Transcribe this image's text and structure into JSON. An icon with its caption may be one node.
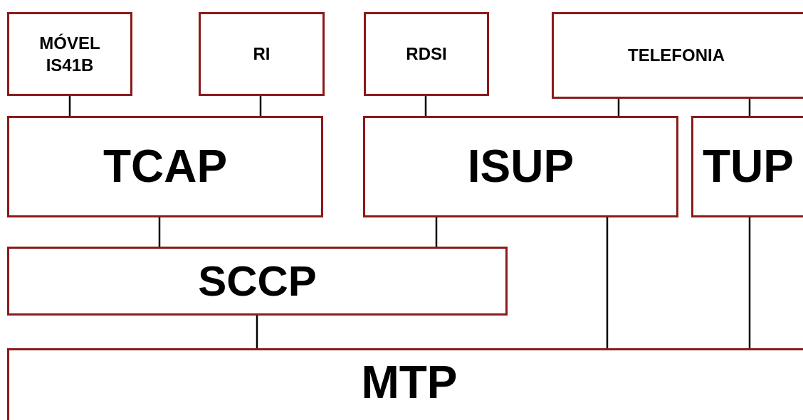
{
  "diagram": {
    "nodes": [
      {
        "text": [
          "MÓVEL IS41B"
        ]
      },
      {
        "text": [
          "RI"
        ]
      },
      {
        "text": [
          "RDSI"
        ]
      },
      {
        "text": [
          "TELEFONIA"
        ]
      },
      {
        "text": [
          "TCAP"
        ]
      },
      {
        "text": [
          "ISUP"
        ]
      },
      {
        "text": [
          "TUP"
        ]
      },
      {
        "text": [
          "SCCP"
        ]
      },
      {
        "text": [
          "MTP"
        ]
      }
    ],
    "edges": [
      {
        "from": 0,
        "to": 4,
        "arrow": "none"
      },
      {
        "from": 1,
        "to": 4,
        "arrow": "none"
      },
      {
        "from": 2,
        "to": 5,
        "arrow": "none"
      },
      {
        "from": 3,
        "to": 5,
        "arrow": "none"
      },
      {
        "from": 3,
        "to": 6,
        "arrow": "none"
      },
      {
        "from": 4,
        "to": 7,
        "arrow": "none"
      },
      {
        "from": 5,
        "to": 7,
        "arrow": "none"
      },
      {
        "from": 7,
        "to": 8,
        "arrow": "none"
      },
      {
        "from": 5,
        "to": 8,
        "arrow": "none"
      },
      {
        "from": 6,
        "to": 8,
        "arrow": "none"
      }
    ]
  }
}
